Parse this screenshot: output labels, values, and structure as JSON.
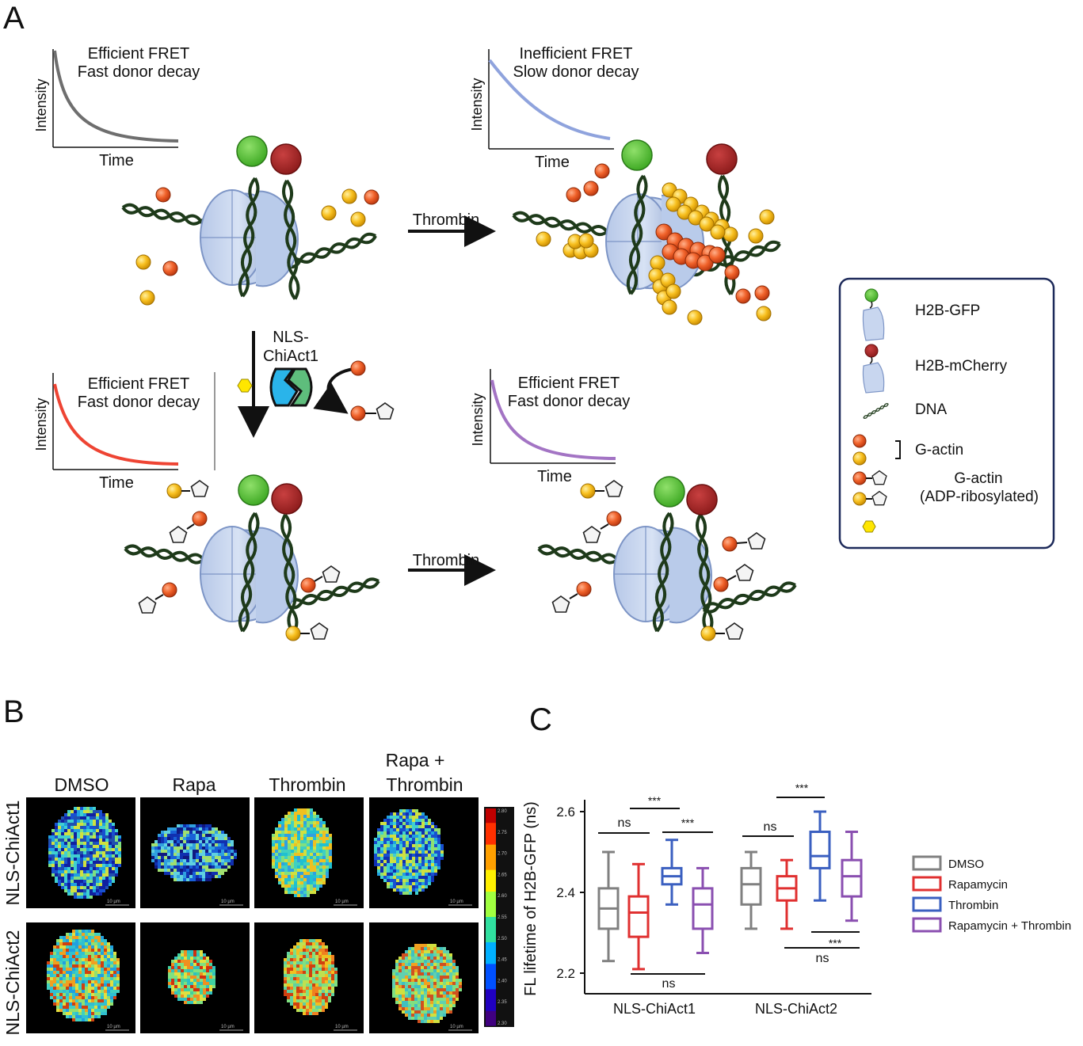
{
  "panel_a": {
    "label": "A",
    "top_left_plot": {
      "title1": "Efficient FRET",
      "title2": "Fast donor decay",
      "ylabel": "Intensity",
      "xlabel": "Time",
      "curve_color": "#6e6e6e"
    },
    "top_right_plot": {
      "title1": "Inefficient FRET",
      "title2": "Slow donor decay",
      "ylabel": "Intensity",
      "xlabel": "Time",
      "curve_color": "#8fa3dd"
    },
    "bottom_left_plot": {
      "title1": "Efficient FRET",
      "title2": "Fast donor decay",
      "ylabel": "Intensity",
      "xlabel": "Time",
      "curve_color": "#ee4433"
    },
    "bottom_right_plot": {
      "title1": "Efficient FRET",
      "title2": "Fast donor decay",
      "ylabel": "Intensity",
      "xlabel": "Time",
      "curve_color": "#a374c4"
    },
    "thrombin_top": "Thrombin",
    "thrombin_bottom": "Thrombin",
    "chiact_label1": "NLS-",
    "chiact_label2": "ChiAct1"
  },
  "legend_a": {
    "items": [
      "H2B-GFP",
      "H2B-mCherry",
      "DNA",
      "G-actin",
      "G-actin",
      "(ADP-ribosylated)"
    ]
  },
  "panel_b": {
    "label": "B",
    "columns": [
      "DMSO",
      "Rapa",
      "Thrombin",
      "Rapa +",
      "Thrombin"
    ],
    "rows": [
      "NLS-ChiAct1",
      "NLS-ChiAct2"
    ],
    "scalebar": "10 µm",
    "colorbar_ticks": [
      "2.80",
      "2.75",
      "2.70",
      "2.65",
      "2.60",
      "2.55",
      "2.50",
      "2.45",
      "2.40",
      "2.35",
      "2.30"
    ]
  },
  "panel_c": {
    "label": "C",
    "chart_data": {
      "type": "box",
      "ylabel": "FL lifetime  of H2B-GFP (ns)",
      "ylim": [
        2.15,
        2.65
      ],
      "yticks": [
        "2.6",
        "2.4",
        "2.2"
      ],
      "groups": [
        "NLS-ChiAct1",
        "NLS-ChiAct2"
      ],
      "series": [
        {
          "name": "DMSO",
          "color": "#808080",
          "boxes": [
            {
              "min": 2.23,
              "q1": 2.31,
              "median": 2.36,
              "q3": 2.41,
              "max": 2.5
            },
            {
              "min": 2.31,
              "q1": 2.37,
              "median": 2.42,
              "q3": 2.46,
              "max": 2.5
            }
          ]
        },
        {
          "name": "Rapamycin",
          "color": "#e03030",
          "boxes": [
            {
              "min": 2.21,
              "q1": 2.29,
              "median": 2.35,
              "q3": 2.39,
              "max": 2.47
            },
            {
              "min": 2.31,
              "q1": 2.38,
              "median": 2.41,
              "q3": 2.44,
              "max": 2.48
            }
          ]
        },
        {
          "name": "Thrombin",
          "color": "#3a5fc0",
          "boxes": [
            {
              "min": 2.37,
              "q1": 2.42,
              "median": 2.44,
              "q3": 2.46,
              "max": 2.53
            },
            {
              "min": 2.38,
              "q1": 2.46,
              "median": 2.49,
              "q3": 2.55,
              "max": 2.6
            }
          ]
        },
        {
          "name": "Rapamycin + Thrombin",
          "color": "#8a4fb0",
          "boxes": [
            {
              "min": 2.25,
              "q1": 2.31,
              "median": 2.37,
              "q3": 2.41,
              "max": 2.46
            },
            {
              "min": 2.33,
              "q1": 2.39,
              "median": 2.44,
              "q3": 2.48,
              "max": 2.55
            }
          ]
        }
      ],
      "annotations": [
        "ns",
        "***",
        "***",
        "ns",
        "ns",
        "***",
        "***",
        "ns"
      ]
    }
  }
}
